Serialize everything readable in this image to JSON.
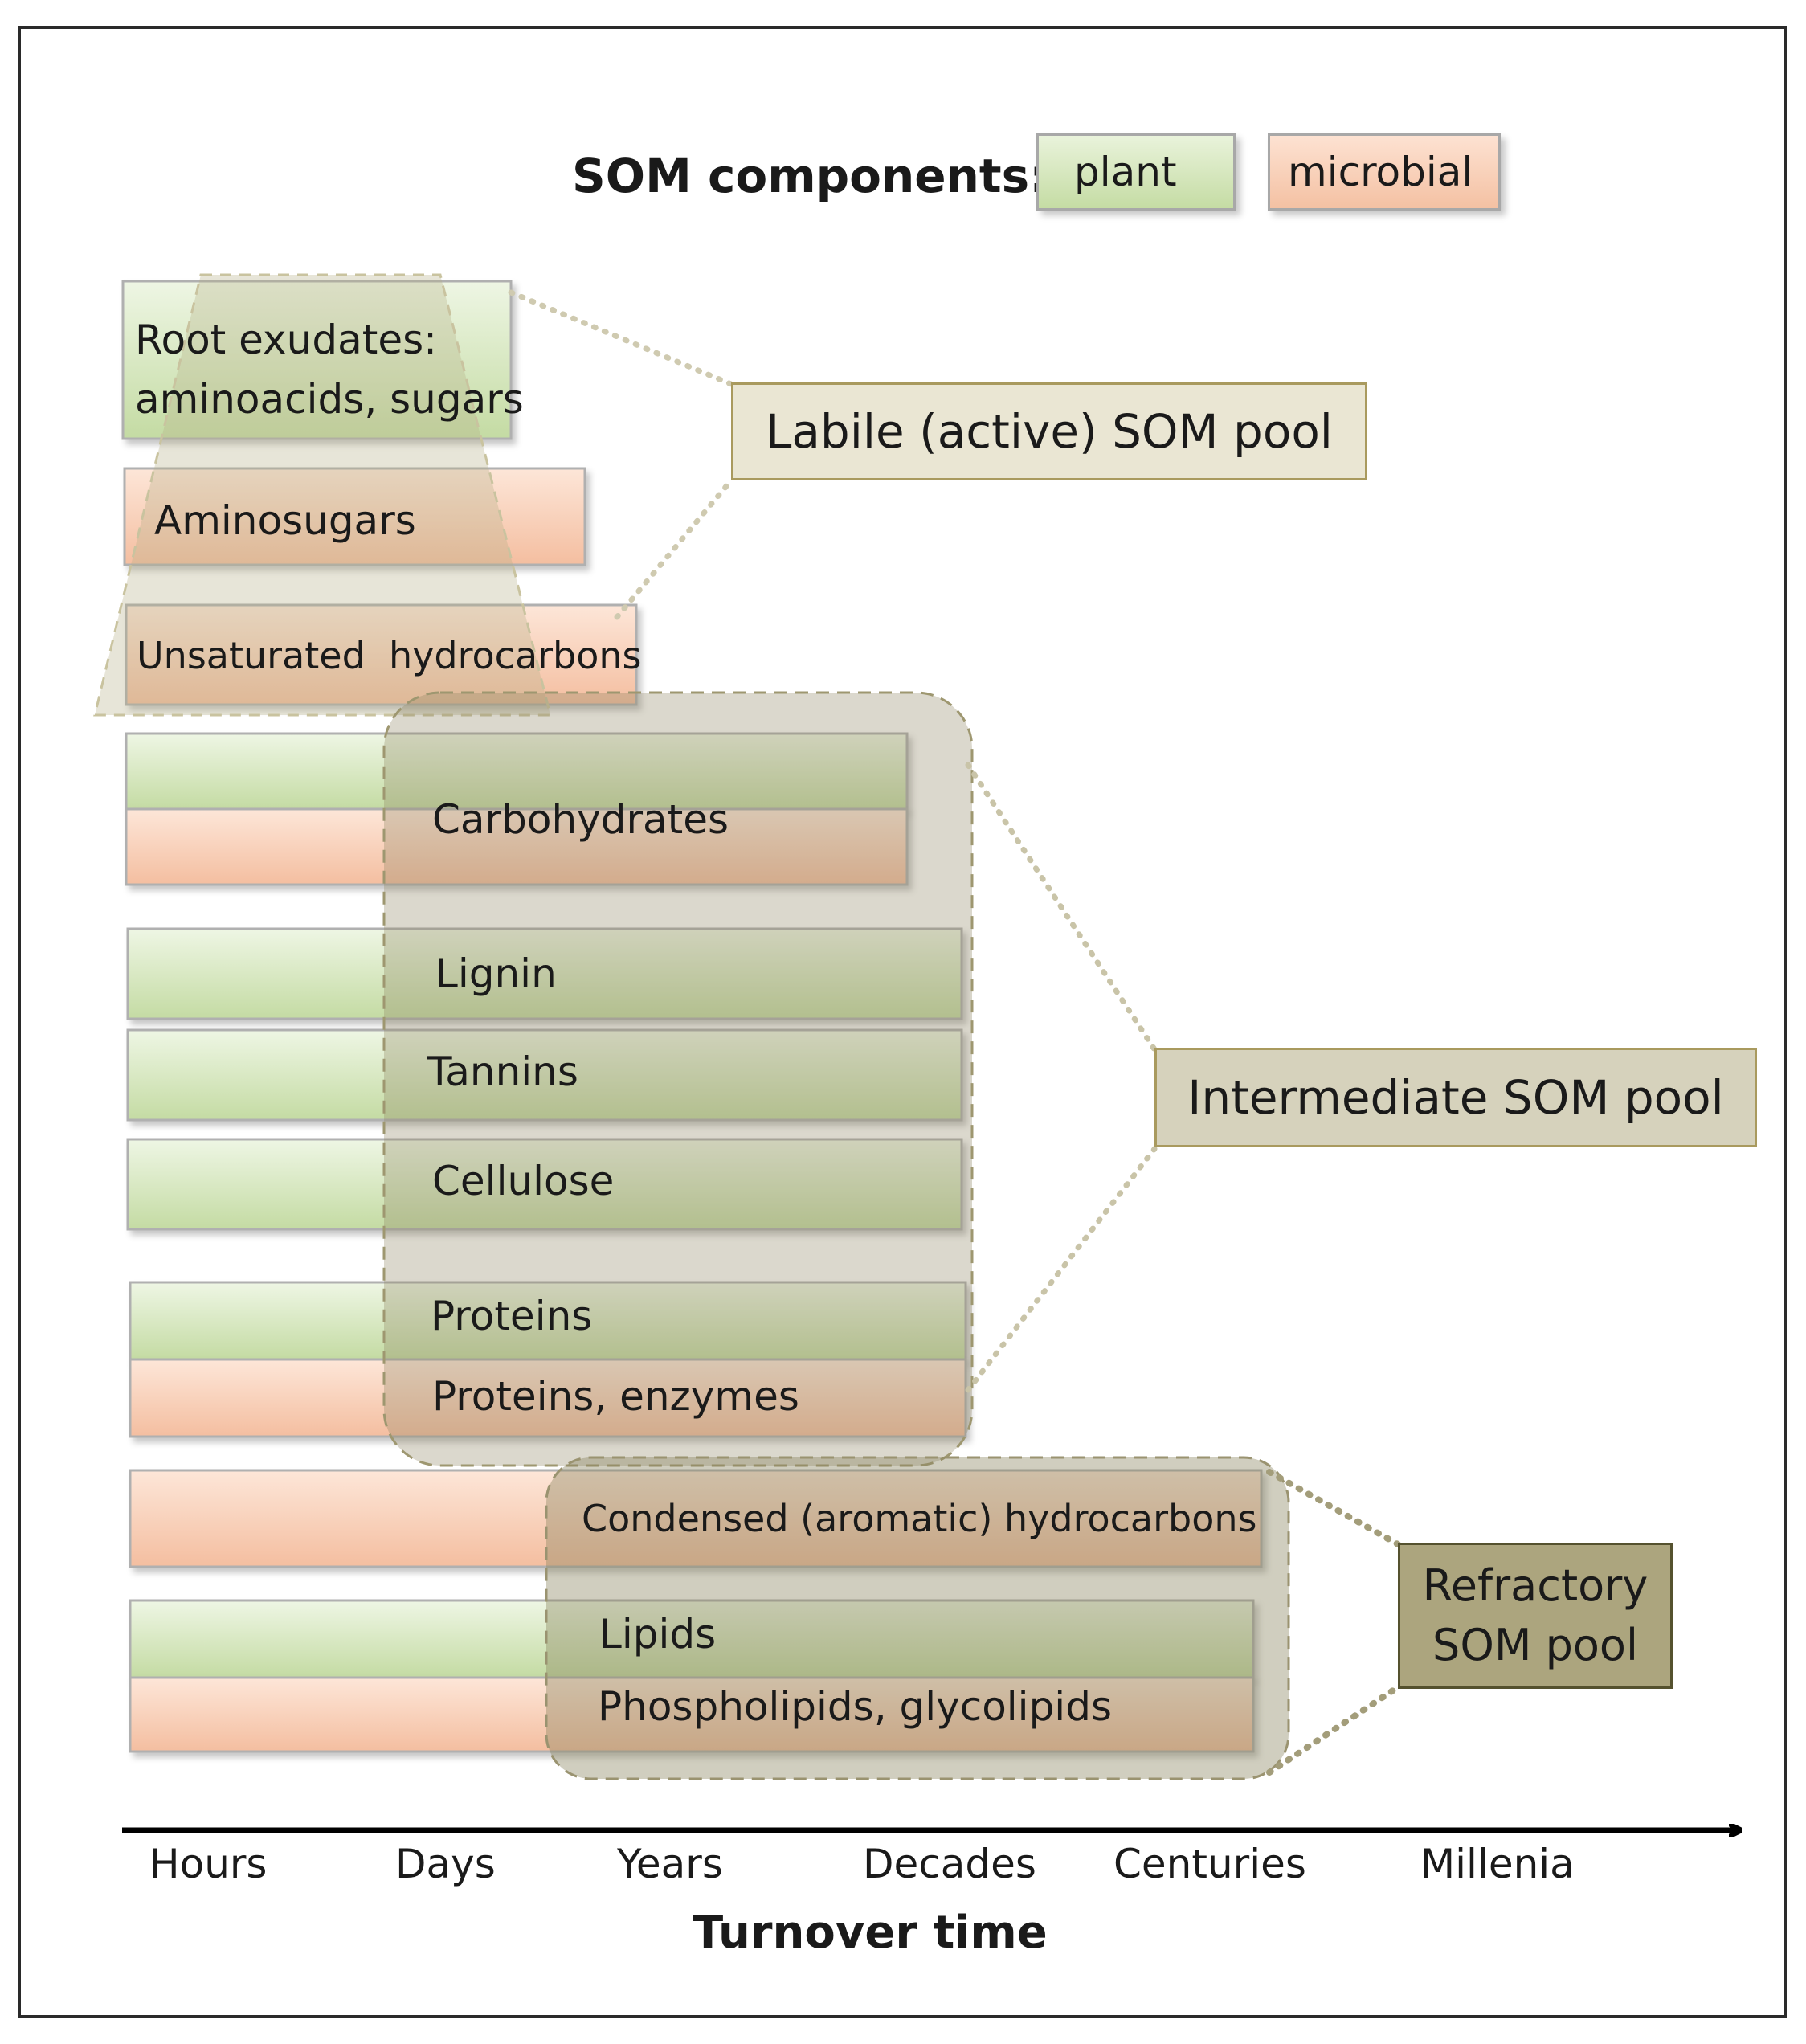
{
  "legend": {
    "title": "SOM components:",
    "plant_label": "plant",
    "microbial_label": "microbial",
    "plant_color": "#cfe3b4",
    "microbial_color": "#f8cdb2"
  },
  "components": [
    {
      "id": "root-exudates",
      "lines": [
        "Root exudates:",
        "aminoacids, sugars"
      ],
      "type": "plant"
    },
    {
      "id": "aminosugars",
      "lines": [
        "Aminosugars"
      ],
      "type": "microbial"
    },
    {
      "id": "unsaturated-hydrocarbons",
      "lines": [
        "Unsaturated  hydrocarbons"
      ],
      "type": "microbial"
    },
    {
      "id": "carbohydrates",
      "lines": [
        "Carbohydrates"
      ],
      "type": "plant+microbial"
    },
    {
      "id": "lignin",
      "lines": [
        "Lignin"
      ],
      "type": "plant"
    },
    {
      "id": "tannins",
      "lines": [
        "Tannins"
      ],
      "type": "plant"
    },
    {
      "id": "cellulose",
      "lines": [
        "Cellulose"
      ],
      "type": "plant"
    },
    {
      "id": "proteins",
      "lines": [
        "Proteins"
      ],
      "type": "plant"
    },
    {
      "id": "proteins-enzymes",
      "lines": [
        "Proteins, enzymes"
      ],
      "type": "microbial"
    },
    {
      "id": "condensed-hydrocarbons",
      "lines": [
        "Condensed (aromatic) hydrocarbons"
      ],
      "type": "microbial"
    },
    {
      "id": "lipids",
      "lines": [
        "Lipids"
      ],
      "type": "plant"
    },
    {
      "id": "phospholipids",
      "lines": [
        "Phospholipids, glycolipids"
      ],
      "type": "microbial"
    }
  ],
  "pools": {
    "labile": {
      "label": "Labile (active) SOM pool",
      "color": "#eae6d3"
    },
    "intermediate": {
      "label": "Intermediate SOM pool",
      "color": "#d6d2bc"
    },
    "refractory": {
      "lines": [
        "Refractory",
        "SOM pool"
      ],
      "color": "#aca57e"
    }
  },
  "axis": {
    "ticks": [
      "Hours",
      "Days",
      "Years",
      "Decades",
      "Centuries",
      "Millenia"
    ],
    "title": "Turnover time"
  }
}
